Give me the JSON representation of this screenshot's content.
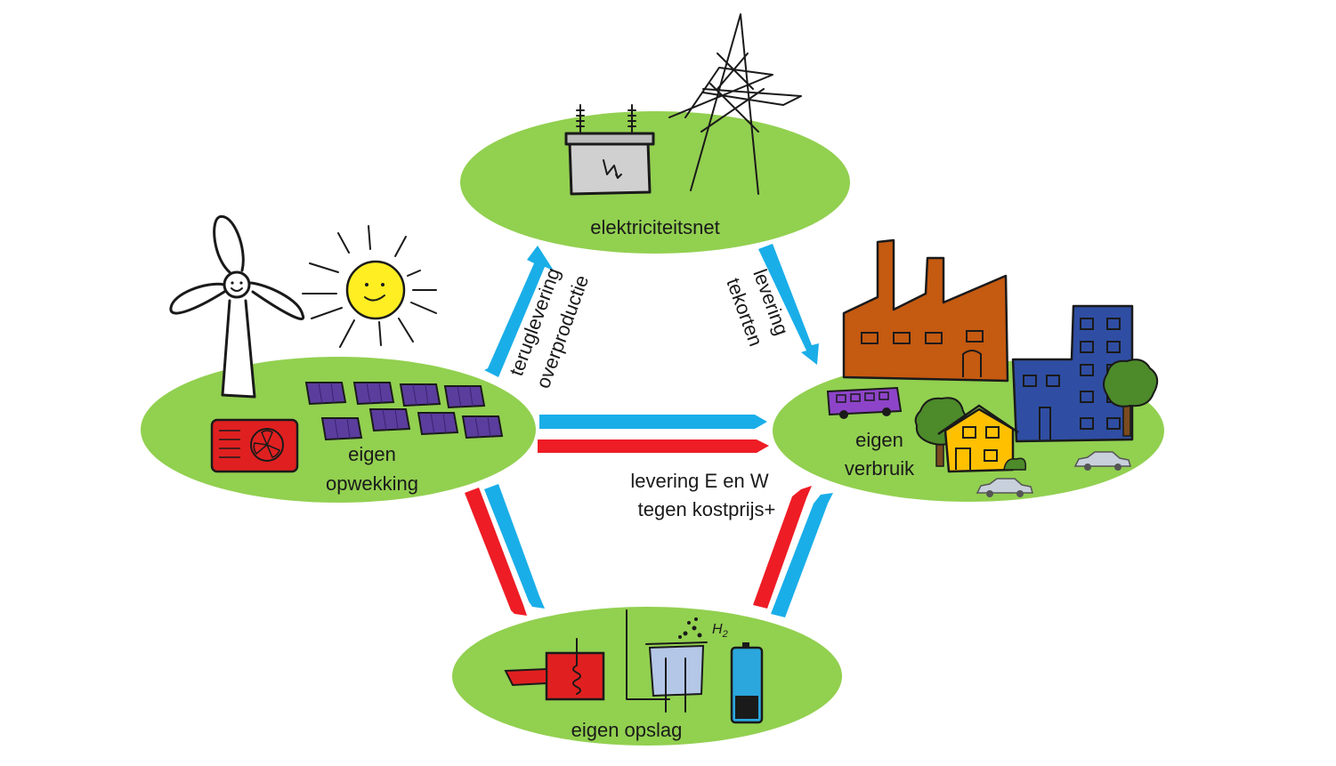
{
  "colors": {
    "node_fill": "#92d050",
    "electric_arrow": "#1aaee8",
    "heat_arrow": "#ee1c25",
    "solar_panel": "#5b3d9e",
    "factory": "#c55a11",
    "office": "#2f4ea3",
    "house": "#ffc000",
    "bus": "#8e44c9",
    "heatpump": "#e02020",
    "sun": "#ffee22"
  },
  "nodes": {
    "grid": {
      "label": "elektriciteitsnet",
      "icons": [
        "transformer-icon",
        "power-pylon-icon"
      ]
    },
    "generation": {
      "label_line1": "eigen",
      "label_line2": "opwekking",
      "icons": [
        "wind-turbine-icon",
        "sun-icon",
        "solar-panel-icon",
        "heat-pump-icon"
      ]
    },
    "consumption": {
      "label_line1": "eigen",
      "label_line2": "verbruik",
      "icons": [
        "factory-icon",
        "office-building-icon",
        "house-icon",
        "tree-icon",
        "bus-icon",
        "car-icon"
      ]
    },
    "storage": {
      "label": "eigen opslag",
      "icons": [
        "heat-storage-icon",
        "electrolyser-h2-icon",
        "battery-icon"
      ]
    }
  },
  "flows": {
    "feed_in": {
      "line1": "teruglevering",
      "line2": "overproductie",
      "carrier": "electric"
    },
    "supply_shortage": {
      "line1": "levering",
      "line2": "tekorten",
      "carrier": "electric"
    },
    "supply_ew": {
      "line1": "levering  E en W",
      "line2": "tegen kostprijs+",
      "carriers": [
        "electric",
        "heat"
      ]
    },
    "to_storage": {
      "carriers": [
        "electric",
        "heat"
      ]
    },
    "from_storage": {
      "carriers": [
        "electric",
        "heat"
      ]
    }
  },
  "h2_label": "H2"
}
